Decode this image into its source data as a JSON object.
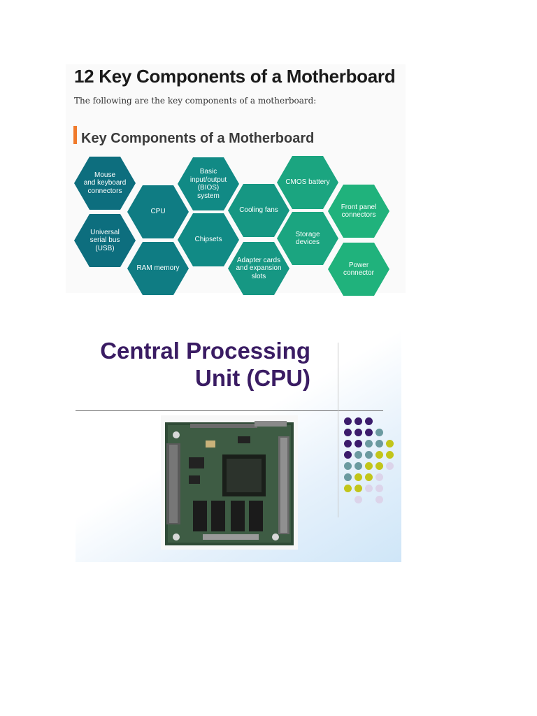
{
  "infographic": {
    "title": "12 Key Components of a Motherboard",
    "subtitle": "The following are the key components of a motherboard:",
    "heading": "Key Components of a Motherboard",
    "accent_color": "#f07a2b",
    "components": [
      {
        "label": "Mouse\nand keyboard\nconnectors",
        "color": "#0d6e7e"
      },
      {
        "label": "Universal\nserial bus\n(USB)",
        "color": "#0d6e7e"
      },
      {
        "label": "CPU",
        "color": "#0f7c83"
      },
      {
        "label": "RAM memory",
        "color": "#0f7c83"
      },
      {
        "label": "Basic\ninput/output\n(BIOS)\nsystem",
        "color": "#118a85"
      },
      {
        "label": "Chipsets",
        "color": "#118a85"
      },
      {
        "label": "Cooling fans",
        "color": "#169783"
      },
      {
        "label": "Adapter cards\nand expansion\nslots",
        "color": "#169783"
      },
      {
        "label": "CMOS battery",
        "color": "#1ba580"
      },
      {
        "label": "Storage\ndevices",
        "color": "#1ba580"
      },
      {
        "label": "Front panel\nconnectors",
        "color": "#20b27c"
      },
      {
        "label": "Power\nconnector",
        "color": "#20b27c"
      }
    ]
  },
  "cpu_slide": {
    "title": "Central Processing\nUnit (CPU)",
    "title_color": "#3a1c63",
    "dot_colors": {
      "purple": "#3b1b6b",
      "teal": "#6b9aa0",
      "yellow": "#c2c51a",
      "lavender": "#dcd4ea"
    }
  }
}
